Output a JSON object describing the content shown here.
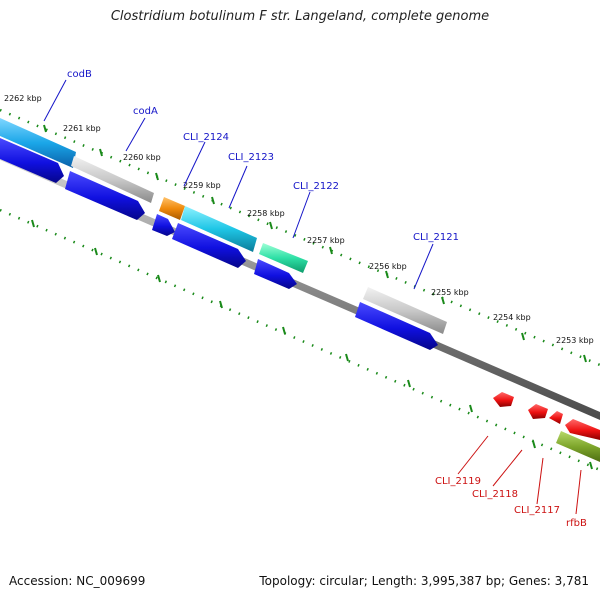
{
  "title": "Clostridium botulinum F str. Langeland, complete genome",
  "footer": {
    "accession": "Accession: NC_009699",
    "summary": "Topology: circular; Length: 3,995,387 bp; Genes: 3,781"
  },
  "kbp_labels": [
    "2262 kbp",
    "2261 kbp",
    "2260 kbp",
    "2259 kbp",
    "2258 kbp",
    "2257 kbp",
    "2256 kbp",
    "2255 kbp",
    "2254 kbp",
    "2253 kbp"
  ],
  "gene_labels_forward": [
    "codB",
    "codA",
    "CLI_2124",
    "CLI_2123",
    "CLI_2122",
    "CLI_2121"
  ],
  "gene_labels_reverse": [
    "CLI_2119",
    "CLI_2118",
    "CLI_2117",
    "rfbB"
  ],
  "colors": {
    "forward_label": "#1515c8",
    "reverse_label": "#cc1111",
    "tick": "#1a8a1a",
    "backbone": "#777777",
    "blue_cds": "#1010e0",
    "red_cds": "#ee1111"
  }
}
